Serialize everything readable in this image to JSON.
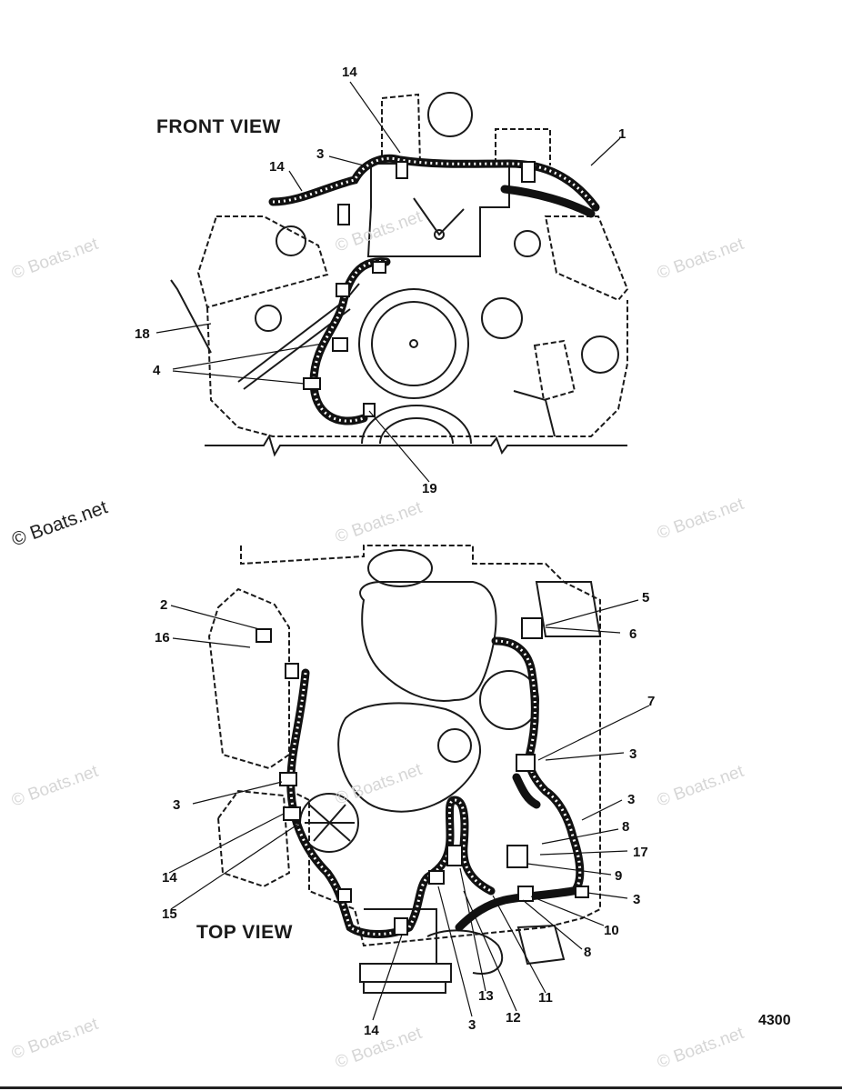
{
  "front_view": {
    "title": "FRONT VIEW",
    "callouts": [
      "14",
      "3",
      "14",
      "1",
      "18",
      "4",
      "19"
    ]
  },
  "top_view": {
    "title": "TOP VIEW",
    "callouts": [
      "2",
      "16",
      "3",
      "14",
      "15",
      "5",
      "6",
      "7",
      "3",
      "3",
      "8",
      "17",
      "9",
      "3",
      "10",
      "8",
      "11",
      "12",
      "13",
      "3",
      "14"
    ]
  },
  "watermark": "© Boats.net",
  "page_number": "4300"
}
